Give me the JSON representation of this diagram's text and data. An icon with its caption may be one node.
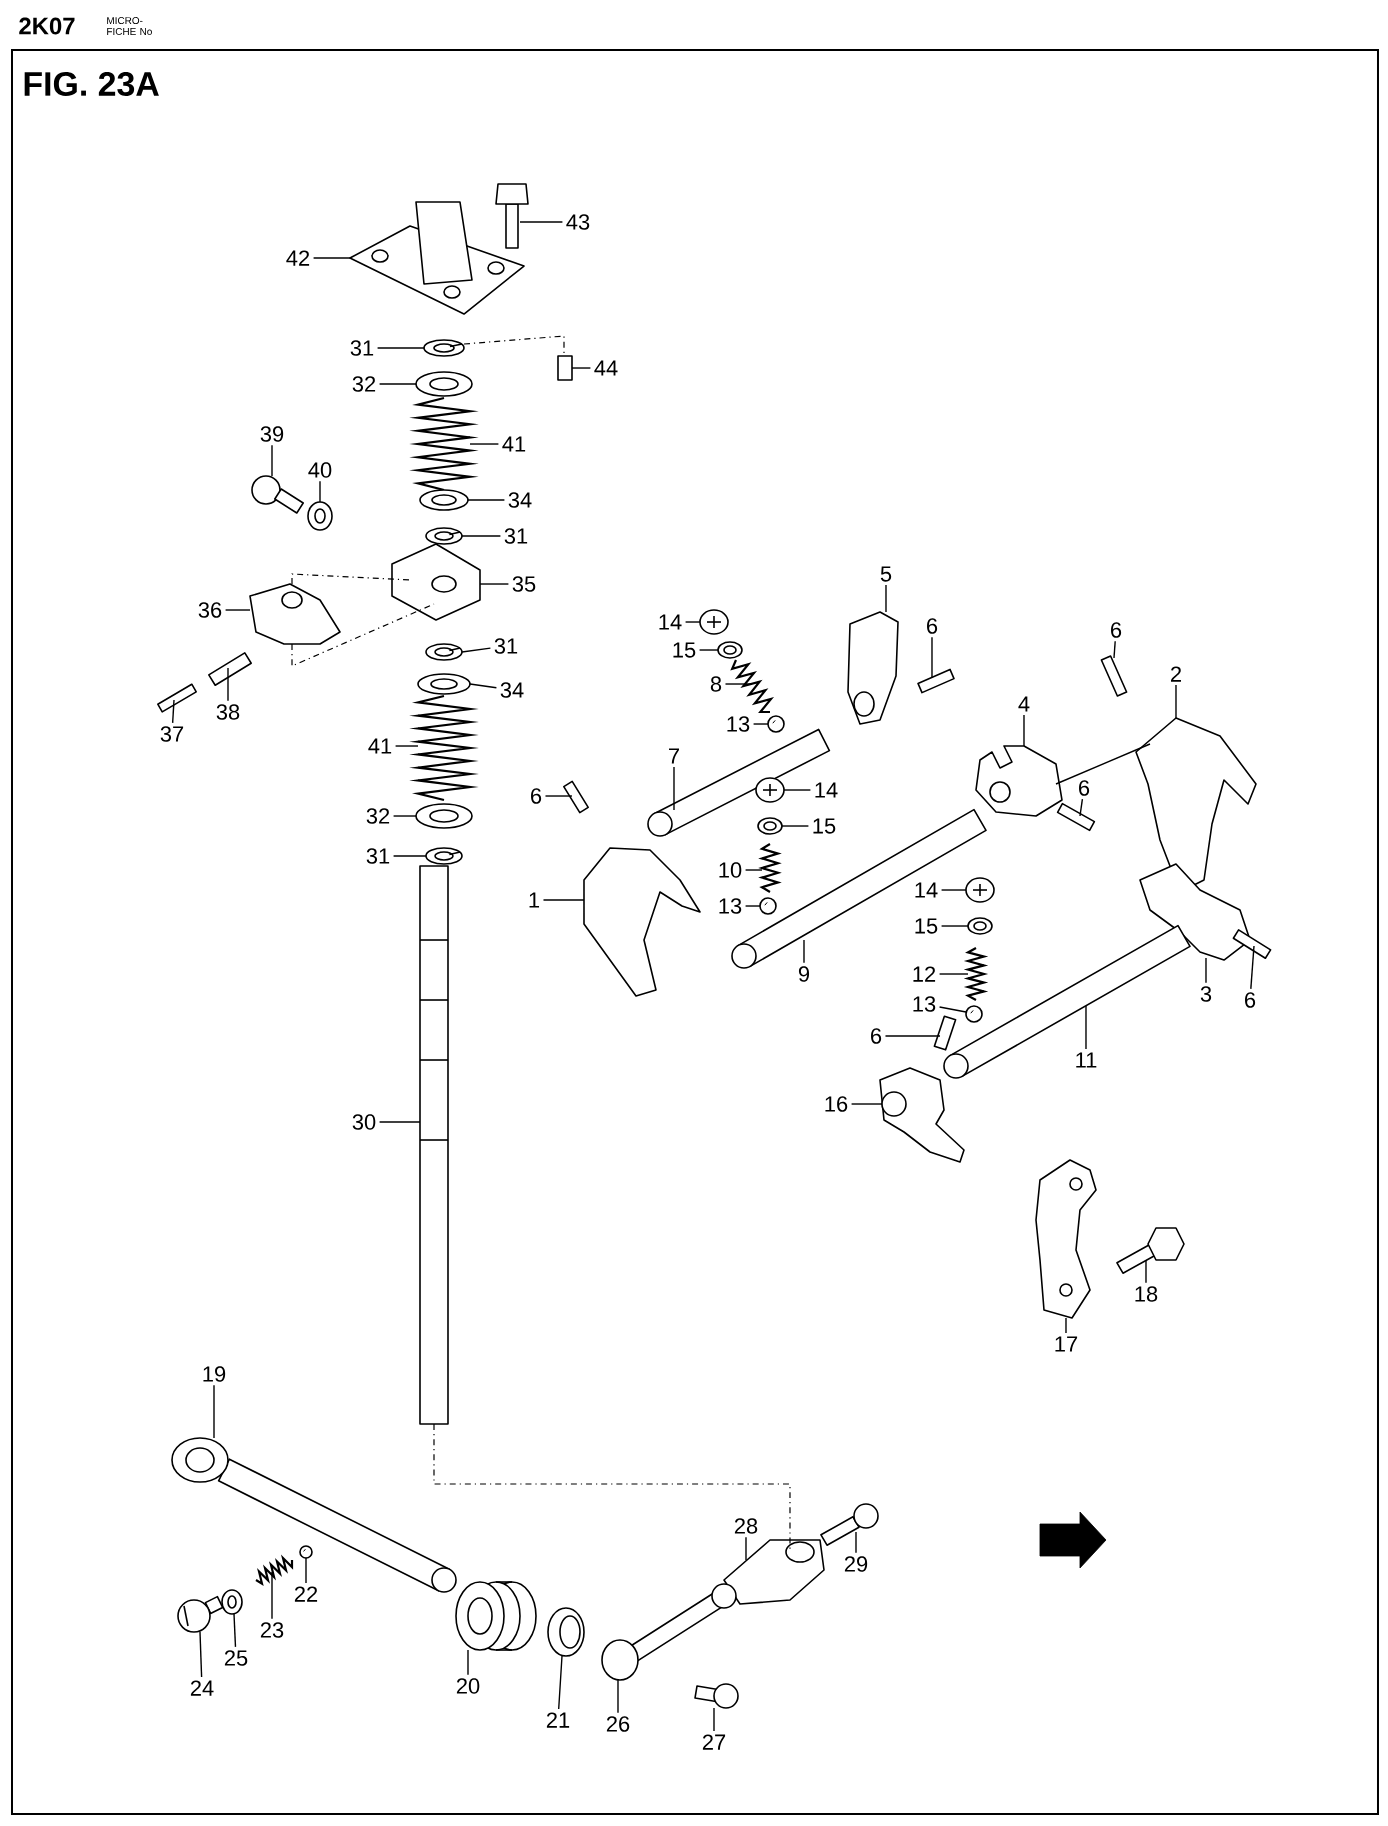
{
  "diagram": {
    "title": "FIG. 23A",
    "nodes": [
      {
        "text": [
          "43"
        ]
      },
      {
        "text": [
          "42"
        ]
      },
      {
        "text": [
          "31"
        ]
      },
      {
        "text": [
          "44"
        ]
      },
      {
        "text": [
          "32"
        ]
      },
      {
        "text": [
          "39"
        ]
      },
      {
        "text": [
          "41"
        ]
      },
      {
        "text": [
          "40"
        ]
      },
      {
        "text": [
          "34"
        ]
      },
      {
        "text": [
          "31"
        ]
      },
      {
        "text": [
          "5"
        ]
      },
      {
        "text": [
          "35"
        ]
      },
      {
        "text": [
          "36"
        ]
      },
      {
        "text": [
          "14"
        ]
      },
      {
        "text": [
          "6"
        ]
      },
      {
        "text": [
          "6"
        ]
      },
      {
        "text": [
          "15"
        ]
      },
      {
        "text": [
          "31"
        ]
      },
      {
        "text": [
          "2"
        ]
      },
      {
        "text": [
          "8"
        ]
      },
      {
        "text": [
          "34"
        ]
      },
      {
        "text": [
          "38"
        ]
      },
      {
        "text": [
          "4"
        ]
      },
      {
        "text": [
          "13"
        ]
      },
      {
        "text": [
          "37"
        ]
      },
      {
        "text": [
          "41"
        ]
      },
      {
        "text": [
          "7"
        ]
      },
      {
        "text": [
          "14"
        ]
      },
      {
        "text": [
          "6"
        ]
      },
      {
        "text": [
          "6"
        ]
      },
      {
        "text": [
          "32"
        ]
      },
      {
        "text": [
          "15"
        ]
      },
      {
        "text": [
          "31"
        ]
      },
      {
        "text": [
          "10"
        ]
      },
      {
        "text": [
          "14"
        ]
      },
      {
        "text": [
          "1"
        ]
      },
      {
        "text": [
          "13"
        ]
      },
      {
        "text": [
          "15"
        ]
      },
      {
        "text": [
          "9"
        ]
      },
      {
        "text": [
          "12"
        ]
      },
      {
        "text": [
          "3"
        ]
      },
      {
        "text": [
          "6"
        ]
      },
      {
        "text": [
          "13"
        ]
      },
      {
        "text": [
          "6"
        ]
      },
      {
        "text": [
          "11"
        ]
      },
      {
        "text": [
          "16"
        ]
      },
      {
        "text": [
          "30"
        ]
      },
      {
        "text": [
          "18"
        ]
      },
      {
        "text": [
          "17"
        ]
      },
      {
        "text": [
          "19"
        ]
      },
      {
        "text": [
          "28"
        ]
      },
      {
        "text": [
          "29"
        ]
      },
      {
        "text": [
          "22"
        ]
      },
      {
        "text": [
          "23"
        ]
      },
      {
        "text": [
          "25"
        ]
      },
      {
        "text": [
          "20"
        ]
      },
      {
        "text": [
          "24"
        ]
      },
      {
        "text": [
          "21"
        ]
      },
      {
        "text": [
          "26"
        ]
      },
      {
        "text": [
          "27"
        ]
      },
      {
        "text": [],
        "shape": "picture"
      },
      {
        "text": [],
        "shape": "picture"
      },
      {
        "text": [],
        "shape": "picture"
      },
      {
        "text": [],
        "shape": "picture"
      },
      {
        "text": [],
        "shape": "picture"
      },
      {
        "text": [],
        "shape": "picture"
      },
      {
        "text": [],
        "shape": "picture"
      },
      {
        "text": [],
        "shape": "picture"
      },
      {
        "text": [],
        "shape": "picture"
      },
      {
        "text": [],
        "shape": "picture"
      },
      {
        "text": [],
        "shape": "picture"
      },
      {
        "text": [],
        "shape": "picture"
      },
      {
        "text": [],
        "shape": "picture"
      },
      {
        "text": [],
        "shape": "picture"
      },
      {
        "text": [],
        "shape": "picture"
      },
      {
        "text": [],
        "shape": "picture"
      },
      {
        "text": [],
        "shape": "picture"
      },
      {
        "text": [],
        "shape": "picture"
      },
      {
        "text": [],
        "shape": "picture"
      },
      {
        "text": [],
        "shape": "picture"
      },
      {
        "text": [],
        "shape": "picture"
      },
      {
        "text": [],
        "shape": "picture"
      },
      {
        "text": [],
        "shape": "picture"
      },
      {
        "text": [],
        "shape": "picture"
      },
      {
        "text": [],
        "shape": "picture"
      },
      {
        "text": [],
        "shape": "picture"
      },
      {
        "text": [],
        "shape": "picture"
      },
      {
        "text": [],
        "shape": "picture"
      },
      {
        "text": [],
        "shape": "picture"
      },
      {
        "text": [],
        "shape": "picture"
      },
      {
        "text": [],
        "shape": "picture"
      },
      {
        "text": [],
        "shape": "picture"
      },
      {
        "text": [],
        "shape": "picture"
      },
      {
        "text": [],
        "shape": "picture"
      },
      {
        "text": [],
        "shape": "picture"
      },
      {
        "text": [],
        "shape": "picture"
      },
      {
        "text": [],
        "shape": "picture"
      },
      {
        "text": [],
        "shape": "picture"
      },
      {
        "text": [],
        "shape": "picture"
      },
      {
        "text": [],
        "shape": "picture"
      },
      {
        "text": [],
        "shape": "picture"
      },
      {
        "text": [],
        "shape": "picture"
      },
      {
        "text": [],
        "shape": "picture"
      },
      {
        "text": [],
        "shape": "picture"
      },
      {
        "text": [],
        "shape": "picture"
      },
      {
        "text": [],
        "shape": "picture"
      },
      {
        "text": [],
        "shape": "picture"
      },
      {
        "text": [],
        "shape": "picture"
      },
      {
        "text": [],
        "shape": "picture"
      },
      {
        "text": [],
        "shape": "picture"
      },
      {
        "text": [],
        "shape": "picture"
      },
      {
        "text": [],
        "shape": "picture"
      },
      {
        "text": [],
        "shape": "picture"
      },
      {
        "text": [],
        "shape": "picture"
      },
      {
        "text": [],
        "shape": "picture"
      },
      {
        "text": [],
        "shape": "picture"
      },
      {
        "text": [],
        "shape": "picture"
      },
      {
        "text": [],
        "shape": "picture"
      },
      {
        "text": [],
        "shape": "picture"
      },
      {
        "text": [],
        "shape": "picture"
      }
    ],
    "edges": [
      {
        "from": 0,
        "to": 60,
        "arrow": "none"
      },
      {
        "from": 1,
        "to": 61,
        "arrow": "none"
      },
      {
        "from": 2,
        "to": 62,
        "arrow": "none"
      },
      {
        "from": 3,
        "to": 63,
        "arrow": "none"
      },
      {
        "from": 4,
        "to": 64,
        "arrow": "none"
      },
      {
        "from": 5,
        "to": 65,
        "arrow": "none"
      },
      {
        "from": 6,
        "to": 66,
        "arrow": "none"
      },
      {
        "from": 7,
        "to": 67,
        "arrow": "none"
      },
      {
        "from": 8,
        "to": 68,
        "arrow": "none"
      },
      {
        "from": 9,
        "to": 69,
        "arrow": "none"
      },
      {
        "from": 10,
        "to": 70,
        "arrow": "none"
      },
      {
        "from": 11,
        "to": 71,
        "arrow": "none"
      },
      {
        "from": 12,
        "to": 72,
        "arrow": "none"
      },
      {
        "from": 13,
        "to": 73,
        "arrow": "none"
      },
      {
        "from": 14,
        "to": 74,
        "arrow": "none"
      },
      {
        "from": 15,
        "to": 75,
        "arrow": "none"
      },
      {
        "from": 16,
        "to": 76,
        "arrow": "none"
      },
      {
        "from": 17,
        "to": 77,
        "arrow": "none"
      },
      {
        "from": 18,
        "to": 78,
        "arrow": "none"
      },
      {
        "from": 19,
        "to": 79,
        "arrow": "none"
      },
      {
        "from": 20,
        "to": 80,
        "arrow": "none"
      },
      {
        "from": 21,
        "to": 81,
        "arrow": "none"
      },
      {
        "from": 22,
        "to": 82,
        "arrow": "none"
      },
      {
        "from": 23,
        "to": 83,
        "arrow": "none"
      },
      {
        "from": 24,
        "to": 84,
        "arrow": "none"
      },
      {
        "from": 25,
        "to": 85,
        "arrow": "none"
      },
      {
        "from": 26,
        "to": 86,
        "arrow": "none"
      },
      {
        "from": 27,
        "to": 87,
        "arrow": "none"
      },
      {
        "from": 28,
        "to": 88,
        "arrow": "none"
      },
      {
        "from": 29,
        "to": 89,
        "arrow": "none"
      },
      {
        "from": 30,
        "to": 90,
        "arrow": "none"
      },
      {
        "from": 31,
        "to": 91,
        "arrow": "none"
      },
      {
        "from": 32,
        "to": 92,
        "arrow": "none"
      },
      {
        "from": 33,
        "to": 93,
        "arrow": "none"
      },
      {
        "from": 34,
        "to": 94,
        "arrow": "none"
      },
      {
        "from": 35,
        "to": 95,
        "arrow": "none"
      },
      {
        "from": 36,
        "to": 96,
        "arrow": "none"
      },
      {
        "from": 37,
        "to": 97,
        "arrow": "none"
      },
      {
        "from": 38,
        "to": 98,
        "arrow": "none"
      },
      {
        "from": 39,
        "to": 99,
        "arrow": "none"
      },
      {
        "from": 40,
        "to": 100,
        "arrow": "none"
      },
      {
        "from": 41,
        "to": 101,
        "arrow": "none"
      },
      {
        "from": 42,
        "to": 102,
        "arrow": "none"
      },
      {
        "from": 43,
        "to": 103,
        "arrow": "none"
      },
      {
        "from": 44,
        "to": 104,
        "arrow": "none"
      },
      {
        "from": 45,
        "to": 105,
        "arrow": "none"
      },
      {
        "from": 46,
        "to": 106,
        "arrow": "none"
      },
      {
        "from": 47,
        "to": 107,
        "arrow": "none"
      },
      {
        "from": 48,
        "to": 108,
        "arrow": "none"
      },
      {
        "from": 49,
        "to": 109,
        "arrow": "none"
      },
      {
        "from": 50,
        "to": 110,
        "arrow": "none"
      },
      {
        "from": 51,
        "to": 111,
        "arrow": "none"
      },
      {
        "from": 52,
        "to": 112,
        "arrow": "none"
      },
      {
        "from": 53,
        "to": 113,
        "arrow": "none"
      },
      {
        "from": 54,
        "to": 114,
        "arrow": "none"
      },
      {
        "from": 55,
        "to": 115,
        "arrow": "none"
      },
      {
        "from": 56,
        "to": 116,
        "arrow": "none"
      },
      {
        "from": 57,
        "to": 117,
        "arrow": "none"
      },
      {
        "from": 58,
        "to": 118,
        "arrow": "none"
      },
      {
        "from": 59,
        "to": 119,
        "arrow": "none"
      },
      {
        "from": 62,
        "to": 63,
        "arrow": "none",
        "style": "dashed"
      },
      {
        "from": 72,
        "to": 71,
        "arrow": "none",
        "style": "dashed"
      },
      {
        "from": 72,
        "to": 71,
        "arrow": "none",
        "style": "dashed"
      },
      {
        "from": 82,
        "to": 78,
        "arrow": "none"
      },
      {
        "from": 106,
        "to": 110,
        "arrow": "none",
        "style": "dashed"
      }
    ],
    "labels": [
      "2K07",
      "MICRO- FICHE No"
    ]
  }
}
